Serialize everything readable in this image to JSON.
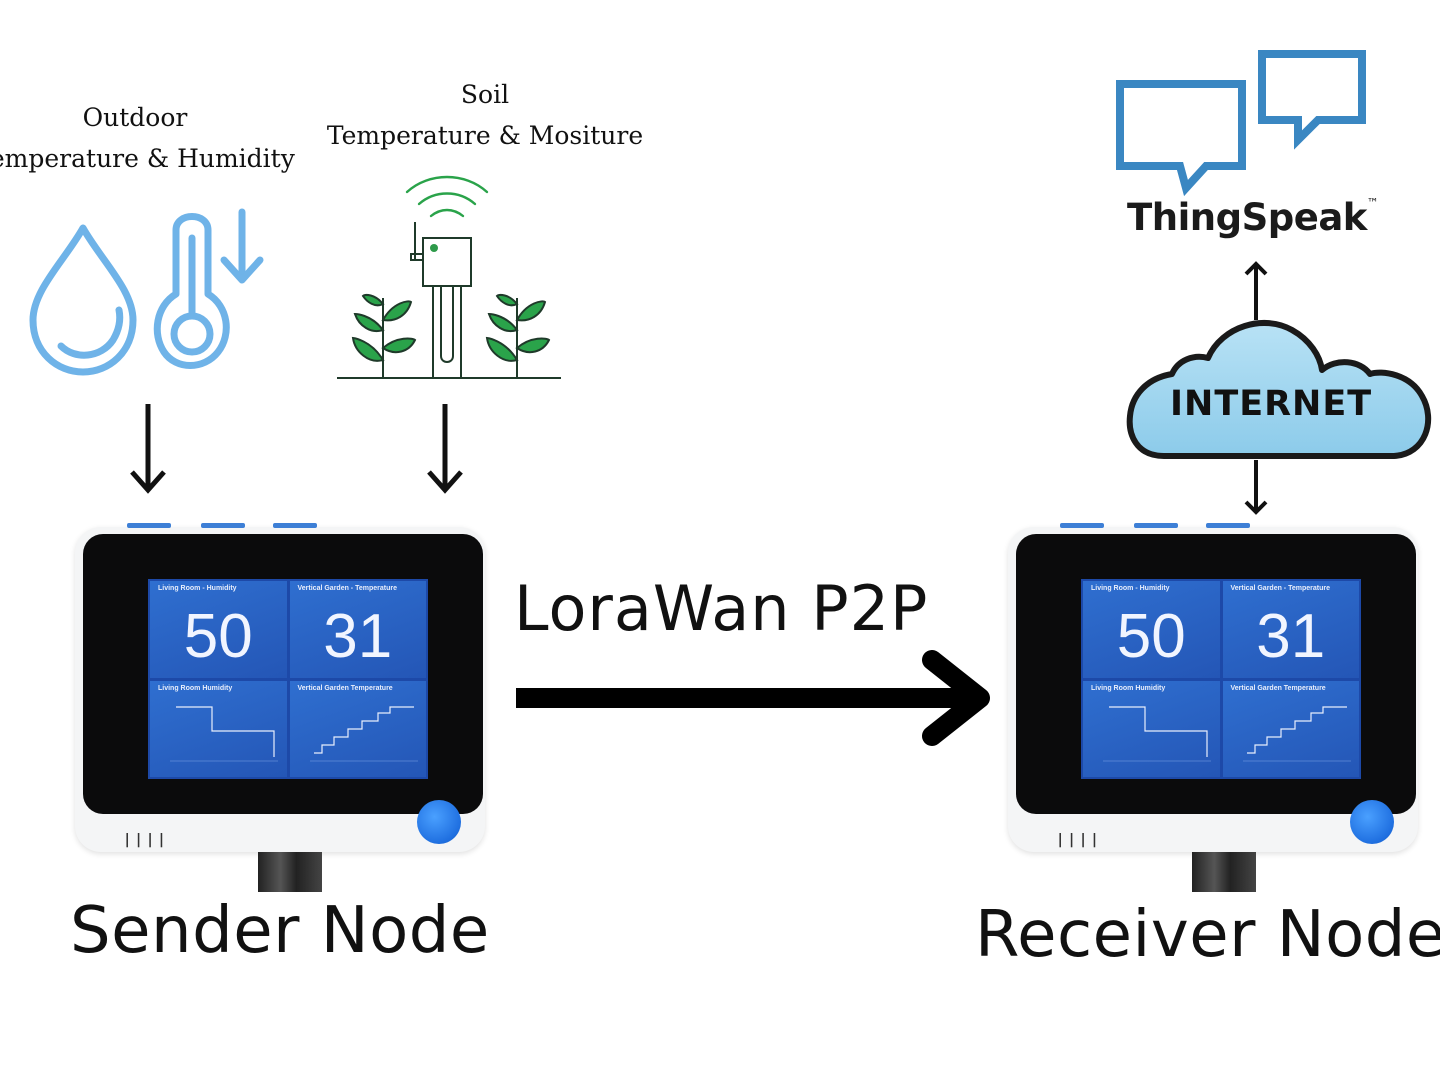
{
  "labels": {
    "outdoor_line1": "Outdoor",
    "outdoor_line2": "Temperature & Humidity",
    "soil_line1": "Soil",
    "soil_line2": "Temperature & Mositure",
    "lora": "LoraWan P2P",
    "sender": "Sender Node",
    "receiver": "Receiver Node",
    "internet": "INTERNET",
    "thingspeak": "ThingSpeak",
    "thingspeak_tm": "™"
  },
  "device_screen": {
    "tile_titles": [
      "Living Room - Humidity",
      "Vertical Garden - Temperature",
      "Living Room Humidity",
      "Vertical Garden Temperature"
    ],
    "humidity_value": "50",
    "temperature_value": "31"
  },
  "colors": {
    "icon_blue": "#6fb3e8",
    "plant_green": "#2aa34a",
    "sensor_green": "#2e9a4a",
    "cloud_fill": "#9dd4ee",
    "speech_blue": "#3a87c2",
    "screen_blue": "#2456b6",
    "knob_blue": "#1f6fe0"
  },
  "icons": [
    "water-drop-icon",
    "thermometer-down-icon",
    "soil-sensor-icon",
    "plant-icon",
    "wifi-signal-icon",
    "cloud-icon",
    "speech-bubbles-icon"
  ]
}
